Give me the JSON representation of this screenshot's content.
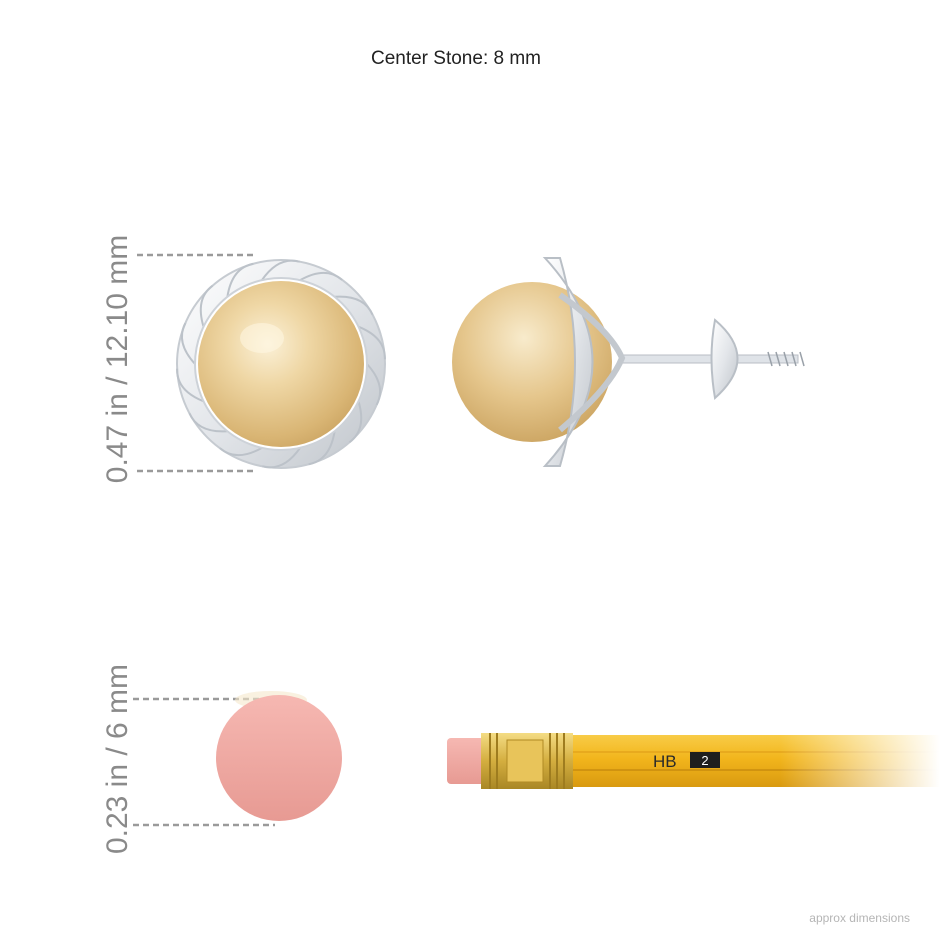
{
  "header": {
    "center_stone_label": "Center Stone: 8 mm"
  },
  "earring_dimension": {
    "label": "0.47 in / 12.10 mm"
  },
  "eraser_dimension": {
    "label": "0.23 in / 6 mm"
  },
  "pencil": {
    "grade": "HB",
    "number": "2"
  },
  "footer": {
    "note": "approx dimensions"
  },
  "colors": {
    "pearl_gold": "#e6c98f",
    "metal_white": "#e8ebef",
    "eraser_pink": "#f2aaa4",
    "pencil_yellow": "#f2b51c",
    "dimension_gray": "#8a8a8a"
  }
}
